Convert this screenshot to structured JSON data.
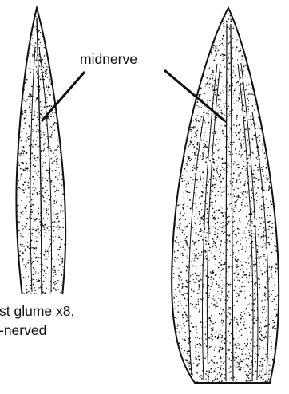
{
  "labels": {
    "midnerve": "midnerve",
    "caption_line1": "st glume x8,",
    "caption_line2": "-nerved"
  },
  "colors": {
    "ink": "#111111",
    "paper": "#ffffff"
  }
}
